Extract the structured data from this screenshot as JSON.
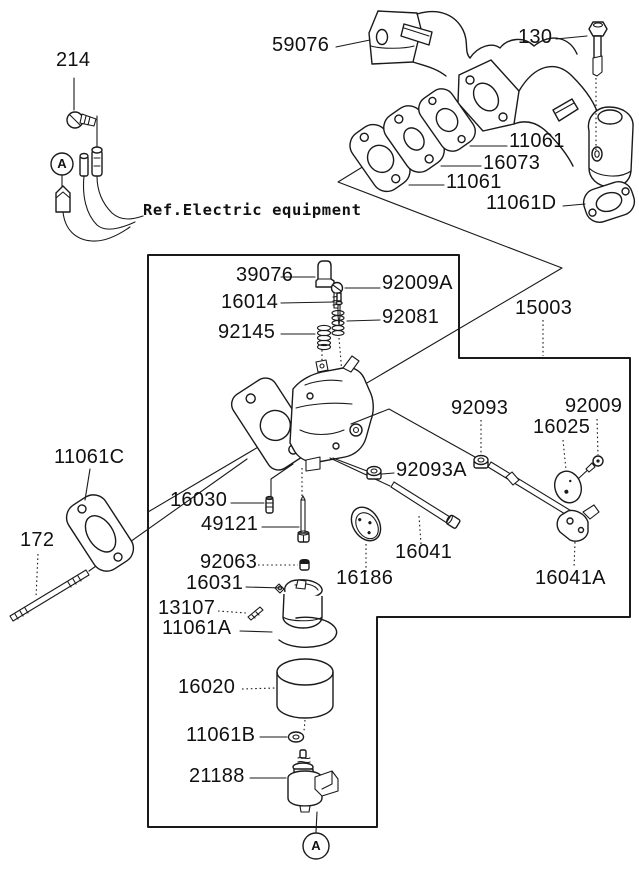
{
  "figure": {
    "type": "exploded-parts-diagram",
    "subject": "carburetor and intake manifold parts diagram",
    "colors": {
      "line": "#1a1a1a",
      "background": "#ffffff"
    }
  },
  "labels": {
    "p214": "214",
    "p59076": "59076",
    "p130": "130",
    "p11061_right": "11061",
    "p16073": "16073",
    "p11061_left": "11061",
    "p11061D": "11061D",
    "ref_note": "Ref.Electric equipment",
    "p39076": "39076",
    "p92009A": "92009A",
    "p16014": "16014",
    "p92081": "92081",
    "p92145": "92145",
    "p15003": "15003",
    "p92093": "92093",
    "p92009": "92009",
    "p16025": "16025",
    "p11061C": "11061C",
    "p92093A": "92093A",
    "p16030": "16030",
    "p49121": "49121",
    "p172": "172",
    "p16041": "16041",
    "p92063": "92063",
    "p16186": "16186",
    "p16031": "16031",
    "p16041A": "16041A",
    "p13107": "13107",
    "p11061A": "11061A",
    "p16020": "16020",
    "p11061B": "11061B",
    "p21188": "21188",
    "view_ref_top": "A",
    "view_ref_bottom": "A"
  }
}
